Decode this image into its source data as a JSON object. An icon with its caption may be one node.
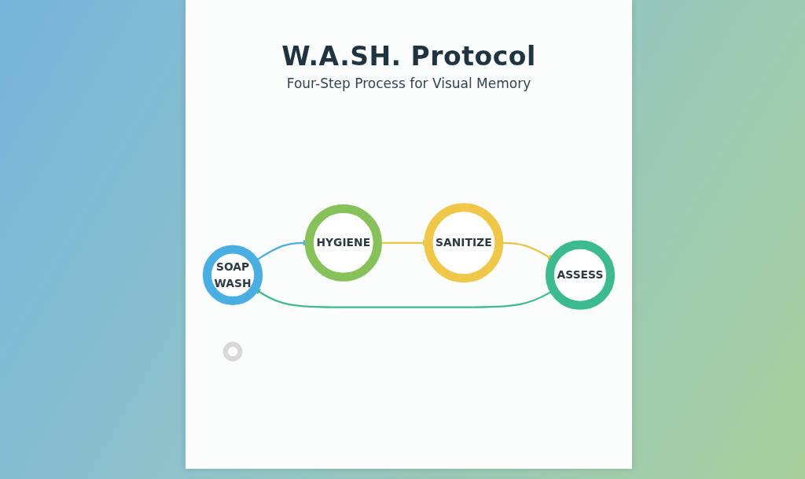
{
  "diagram": {
    "title": "W.A.SH. Protocol",
    "caption": "Four-Step Process for Visual Memory",
    "nodes": [
      {
        "text": [
          "SOAP",
          "WASH"
        ]
      },
      {
        "text": [
          "HYGIENE"
        ]
      },
      {
        "text": [
          "SANITIZE"
        ]
      },
      {
        "text": [
          "ASSESS"
        ]
      },
      {
        "text": [],
        "shape": "circle"
      }
    ],
    "edges": [
      {
        "from": 0,
        "to": 1,
        "arrow": "to",
        "color": "#4aaee0"
      },
      {
        "from": 1,
        "to": 2,
        "arrow": "to",
        "color": "#e8c64a"
      },
      {
        "from": 2,
        "to": 3,
        "arrow": "to",
        "color": "#e8c64a"
      },
      {
        "from": 3,
        "to": 0,
        "arrow": "to",
        "color": "#3dba8f"
      }
    ]
  }
}
